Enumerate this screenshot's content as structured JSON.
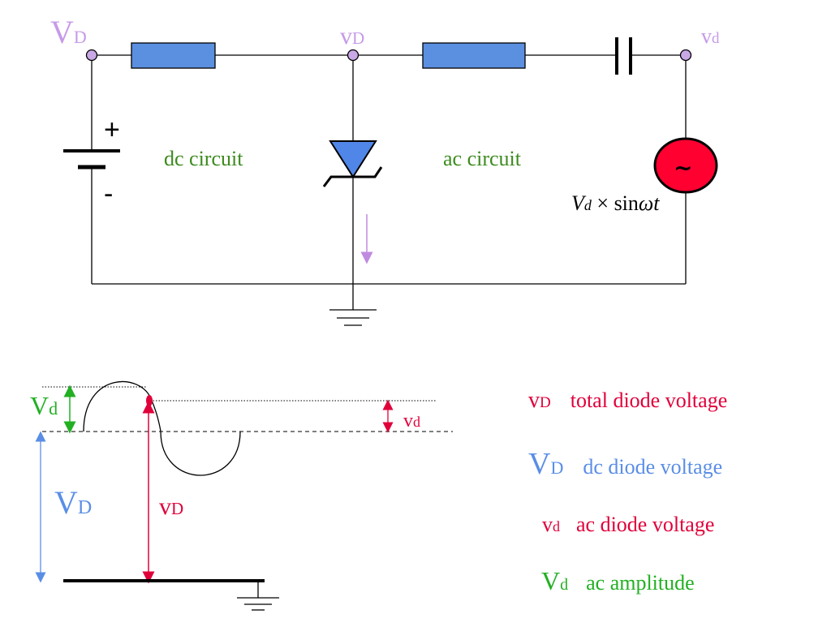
{
  "colors": {
    "wire": "#000000",
    "resistor_fill": "#5b8fe0",
    "node_fill": "#c9a8e6",
    "diode_fill": "#4f86e8",
    "source_fill": "#ff0030",
    "node_label": "#c69ae8",
    "dc_green": "#3d8b1f",
    "red": "#e0003a",
    "blue": "#5a8ee6",
    "green": "#22b022",
    "arrow_violet": "#c08ae0"
  },
  "circuit": {
    "node_left": {
      "main": "V",
      "sub": "D"
    },
    "node_mid": {
      "main": "v",
      "sub": "D"
    },
    "node_right": {
      "main": "v",
      "sub": "d"
    },
    "battery_plus": "+",
    "battery_minus": "-",
    "dc_label": "dc circuit",
    "ac_label": "ac circuit",
    "source_symbol": "~",
    "source_expr": {
      "amp": "V",
      "amp_sub": "d",
      "times": "×",
      "fn": "sin",
      "arg": "ωt"
    }
  },
  "waveform": {
    "amp_label": {
      "main": "V",
      "sub": "d"
    },
    "dc_label": {
      "main": "V",
      "sub": "D"
    },
    "total_label": {
      "main": "v",
      "sub": "D"
    },
    "ac_label": {
      "main": "v",
      "sub": "d"
    }
  },
  "legend": [
    {
      "main": "v",
      "sub": "D",
      "text": "total diode voltage",
      "color": "#e0003a"
    },
    {
      "main": "V",
      "sub": "D",
      "text": "dc diode voltage",
      "color": "#5a8ee6"
    },
    {
      "main": "v",
      "sub": "d",
      "text": "ac diode voltage",
      "color": "#e0003a"
    },
    {
      "main": "V",
      "sub": "d",
      "text": "ac amplitude",
      "color": "#22b022"
    }
  ]
}
